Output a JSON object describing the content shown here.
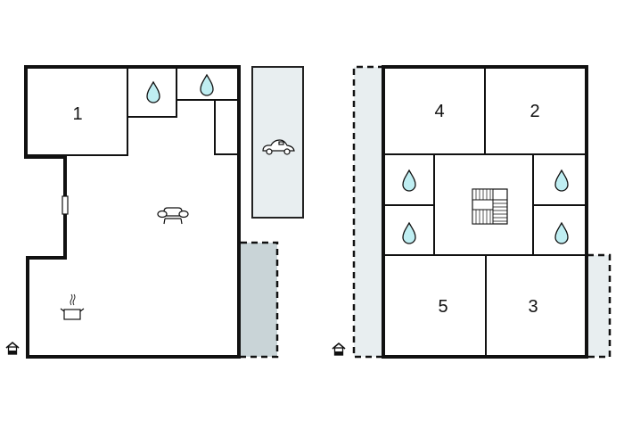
{
  "floor_plan": {
    "floors": [
      {
        "name": "ground-floor",
        "rooms": [
          {
            "id": "room-1",
            "label": "1",
            "type": "bedroom"
          },
          {
            "id": "bathroom-1",
            "type": "bathroom",
            "icon": "water-drop-icon"
          },
          {
            "id": "bathroom-2",
            "type": "bathroom",
            "icon": "water-drop-icon"
          },
          {
            "id": "closet",
            "type": "storage"
          },
          {
            "id": "living-area",
            "type": "living-room",
            "icon": "sofa-icon"
          },
          {
            "id": "kitchen",
            "type": "kitchen",
            "icon": "cooking-pot-icon"
          }
        ],
        "outdoor": [
          {
            "id": "parking",
            "type": "carport",
            "icon": "car-icon",
            "color": "#e8eef0"
          },
          {
            "id": "terrace",
            "type": "terrace",
            "color": "#c9d4d7"
          }
        ],
        "entrance_icon": "entrance-house-icon"
      },
      {
        "name": "upper-floor",
        "rooms": [
          {
            "id": "room-4",
            "label": "4",
            "type": "bedroom"
          },
          {
            "id": "room-2",
            "label": "2",
            "type": "bedroom"
          },
          {
            "id": "bathroom-3",
            "type": "bathroom",
            "icon": "water-drop-icon"
          },
          {
            "id": "bathroom-4",
            "type": "bathroom",
            "icon": "water-drop-icon"
          },
          {
            "id": "bathroom-5",
            "type": "bathroom",
            "icon": "water-drop-icon"
          },
          {
            "id": "bathroom-6",
            "type": "bathroom",
            "icon": "water-drop-icon"
          },
          {
            "id": "stair-hall",
            "type": "hall",
            "icon": "staircase-icon"
          },
          {
            "id": "room-5",
            "label": "5",
            "type": "bedroom"
          },
          {
            "id": "room-3",
            "label": "3",
            "type": "bedroom"
          }
        ],
        "outdoor": [
          {
            "id": "balcony-left",
            "type": "balcony",
            "color": "#e8eef0"
          },
          {
            "id": "balcony-right",
            "type": "balcony",
            "color": "#e8eef0"
          }
        ],
        "entrance_icon": "entrance-house-icon"
      }
    ],
    "labels": {
      "room1": "1",
      "room2": "2",
      "room3": "3",
      "room4": "4",
      "room5": "5"
    },
    "colors": {
      "wall": "#111111",
      "water_drop": "#bfeef2",
      "carport": "#e8eef0",
      "terrace": "#c9d4d7",
      "balcony": "#e8eef0"
    }
  }
}
